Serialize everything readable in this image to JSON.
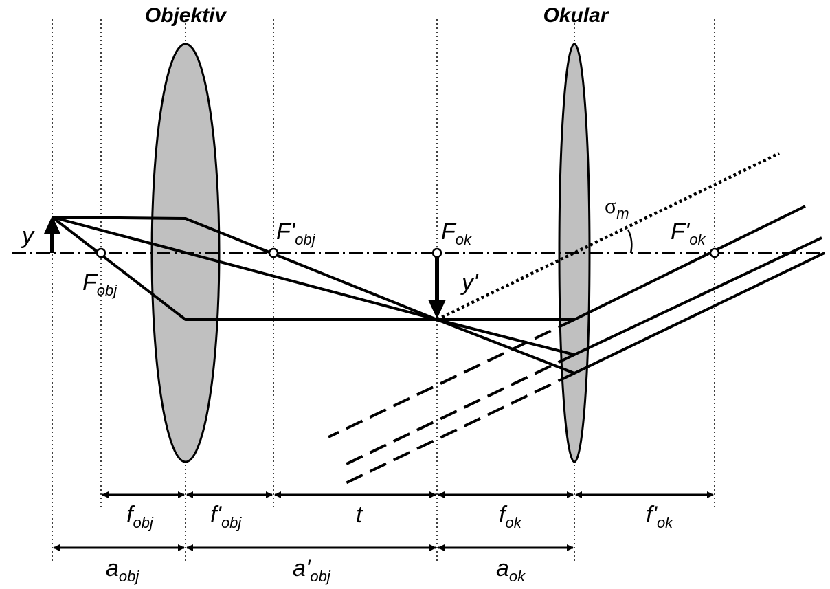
{
  "titles": {
    "objective": "Objektiv",
    "ocular": "Okular"
  },
  "labels": {
    "object": "y",
    "image": "y'",
    "f_obj_point": {
      "main": "F",
      "sub": "obj"
    },
    "f_obj_prime_point": {
      "main": "F'",
      "sub": "obj"
    },
    "f_ok_point": {
      "main": "F",
      "sub": "ok"
    },
    "f_ok_prime_point": {
      "main": "F'",
      "sub": "ok"
    },
    "angle": {
      "main": "σ",
      "sub": "m"
    }
  },
  "dimensions": {
    "f_obj": {
      "main": "f",
      "sub": "obj"
    },
    "f_obj_prime": {
      "main": "f'",
      "sub": "obj"
    },
    "t": {
      "main": "t",
      "sub": ""
    },
    "f_ok": {
      "main": "f",
      "sub": "ok"
    },
    "f_ok_prime": {
      "main": "f'",
      "sub": "ok"
    },
    "a_obj": {
      "main": "a",
      "sub": "obj"
    },
    "a_obj_prime": {
      "main": "a'",
      "sub": "obj"
    },
    "a_ok": {
      "main": "a",
      "sub": "ok"
    }
  },
  "colors": {
    "lens_fill": "#c0c0c0",
    "line": "#000000"
  }
}
